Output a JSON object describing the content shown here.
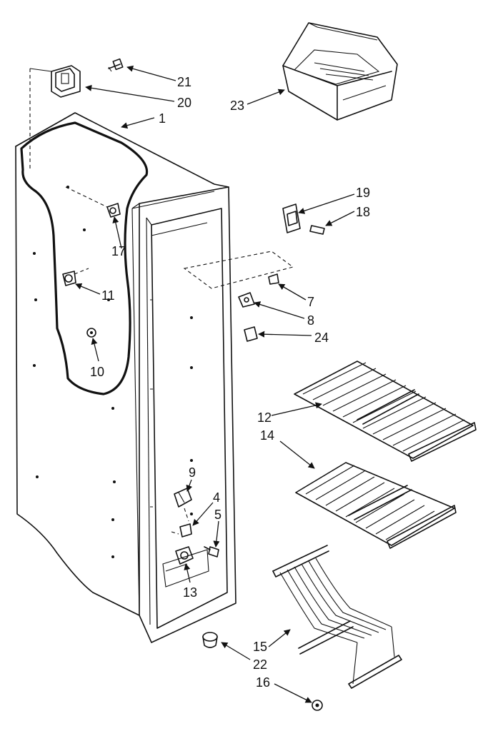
{
  "callouts": {
    "c1": "1",
    "c4": "4",
    "c5": "5",
    "c7": "7",
    "c8": "8",
    "c9": "9",
    "c10": "10",
    "c11": "11",
    "c12": "12",
    "c13": "13",
    "c14": "14",
    "c15": "15",
    "c16": "16",
    "c17": "17",
    "c18": "18",
    "c19": "19",
    "c20": "20",
    "c21": "21",
    "c22": "22",
    "c23": "23",
    "c24": "24"
  }
}
